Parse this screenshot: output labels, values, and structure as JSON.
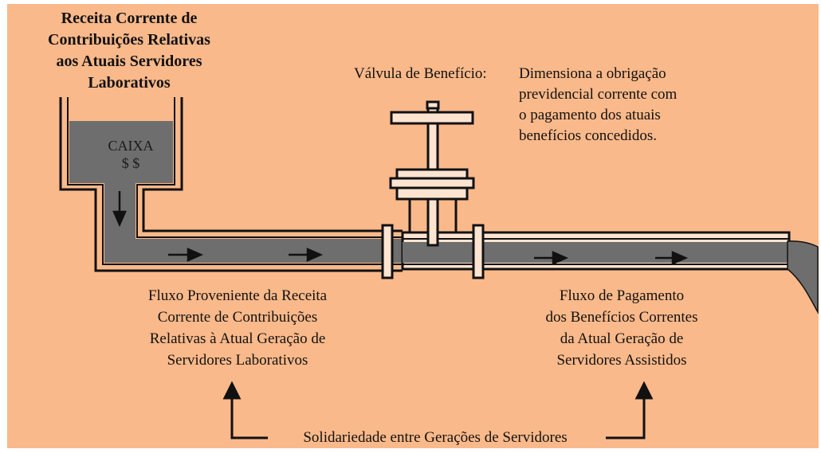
{
  "colors": {
    "background": "#fab98a",
    "water": "#6e6e6e",
    "pipe_fill": "#fde4d0",
    "stroke": "#111111"
  },
  "source": {
    "title_lines": [
      "Receita Corrente de",
      "Contribuições  Relativas",
      "aos Atuais Servidores",
      "Laborativos"
    ]
  },
  "tank": {
    "label": "CAIXA",
    "symbol": "$ $"
  },
  "valve": {
    "label": "Válvula de Benefício:",
    "description_lines": [
      "Dimensiona a obrigação",
      "previdencial corrente com",
      "o pagamento dos atuais",
      "benefícios concedidos."
    ]
  },
  "inflow": {
    "caption_lines": [
      "Fluxo Proveniente da Receita",
      "Corrente de Contribuições",
      "Relativas à Atual Geração de",
      "Servidores Laborativos"
    ]
  },
  "outflow": {
    "caption_lines": [
      "Fluxo de Pagamento",
      "dos Benefícios Correntes",
      "da Atual Geração de",
      "Servidores Assistidos"
    ]
  },
  "solidarity": {
    "caption": "Solidariedade entre Gerações de Servidores"
  }
}
